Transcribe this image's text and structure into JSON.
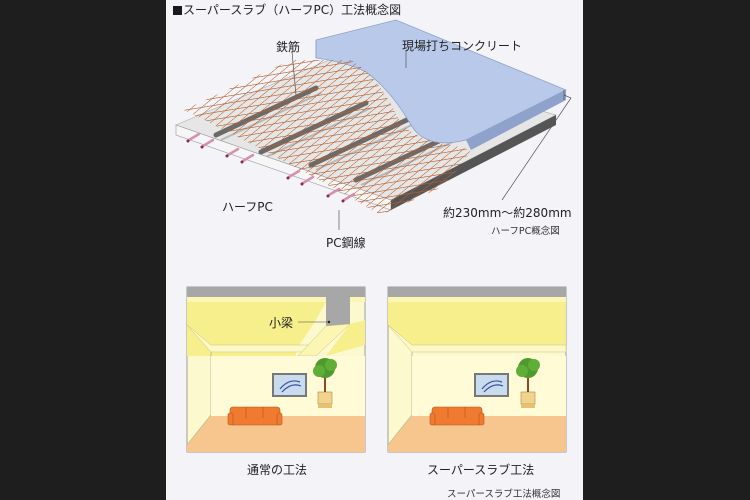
{
  "title": "スーパースラブ（ハーフPC）工法概念図",
  "top_diagram": {
    "labels": {
      "rebar": "鉄筋",
      "cast_in_place_concrete": "現場打ちコンクリート",
      "half_pc": "ハーフPC",
      "pc_steel_wire": "PC鋼線",
      "thickness": "約230mm〜約280mm"
    },
    "caption": "ハーフPC概念図"
  },
  "bottom_diagram": {
    "panels": [
      {
        "label": "通常の工法",
        "beam_label": "小梁"
      },
      {
        "label": "スーパースラブ工法"
      }
    ],
    "caption": "スーパースラブ工法概念図"
  },
  "colors": {
    "background": "#f3f3f8",
    "outer": "#1e1e1e",
    "concrete_top": "#b9c9ea",
    "rebar": "#b5602e",
    "pc_slab": "#e2e2e2",
    "ceiling_yellow": "#f6ef8c",
    "wall": "#fdf9cf",
    "floor": "#f7c58e",
    "sofa": "#f07a30",
    "plant": "#4e9a2e"
  }
}
